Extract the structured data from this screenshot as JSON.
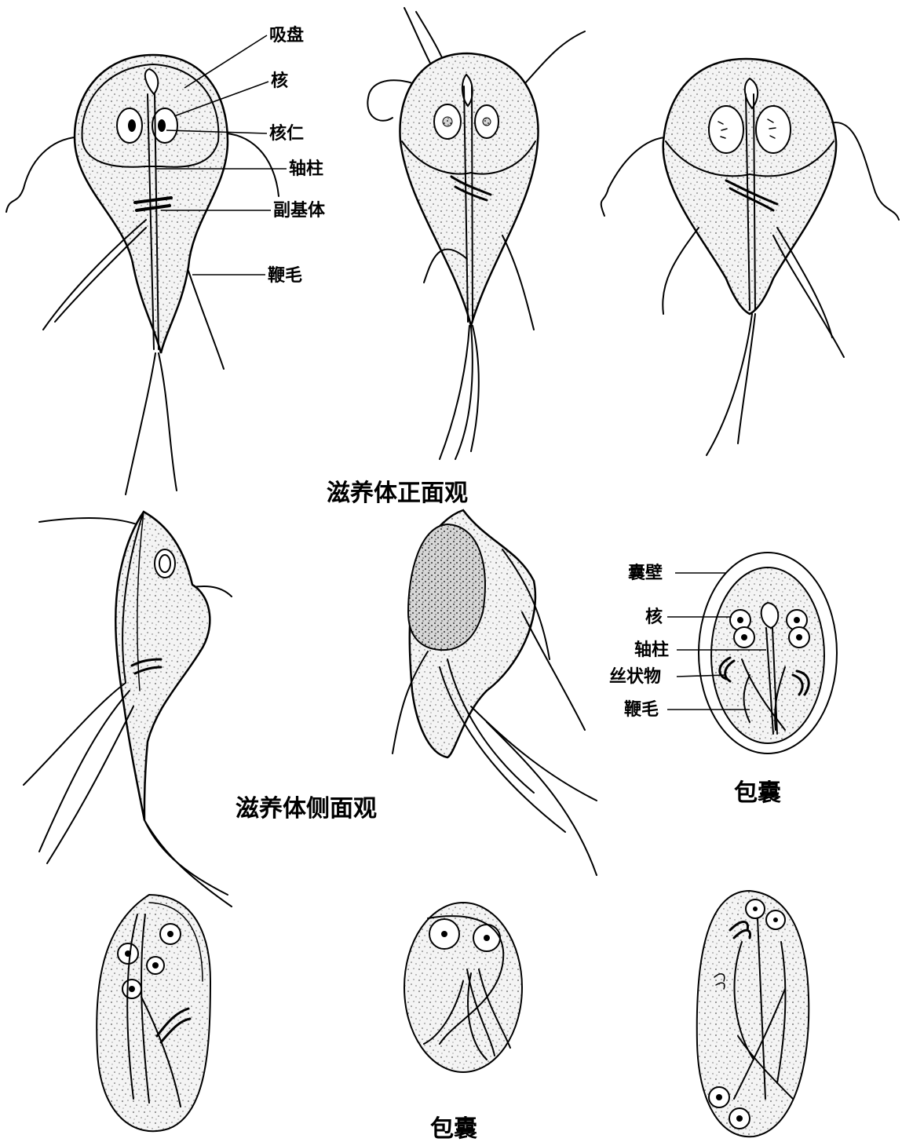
{
  "figure": {
    "captions": {
      "front_view": "滋养体正面观",
      "side_view": "滋养体侧面观",
      "cyst_right": "包囊",
      "cyst_bottom": "包囊"
    },
    "trophozoite_labels": {
      "sucking_disc": "吸盘",
      "nucleus": "核",
      "karyosome": "核仁",
      "axostyle": "轴柱",
      "parabasal_body": "副基体",
      "flagellum": "鞭毛"
    },
    "cyst_labels": {
      "cyst_wall": "囊壁",
      "nucleus": "核",
      "axostyle": "轴柱",
      "filaments": "丝状物",
      "flagellum": "鞭毛"
    }
  }
}
